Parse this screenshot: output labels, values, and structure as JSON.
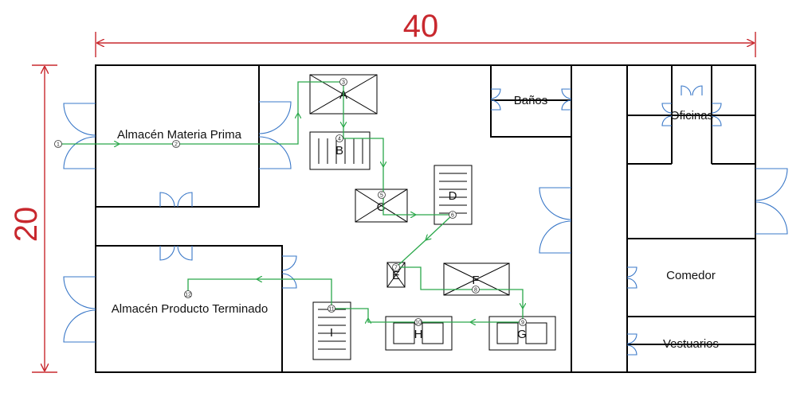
{
  "dimensions": {
    "width_label": "40",
    "height_label": "20",
    "color": "#c8282e"
  },
  "colors": {
    "walls": "#000000",
    "doors": "#3a78c8",
    "flow": "#2aa84a"
  },
  "rooms": {
    "almacen_materia_prima": "Almacén Materia Prima",
    "almacen_producto_terminado": "Almacén Producto Terminado",
    "banos": "Baños",
    "oficinas": "Oficinas",
    "comedor": "Comedor",
    "vestuarios": "Vestuarios"
  },
  "machines": {
    "A": "A",
    "B": "B",
    "C": "C",
    "D": "D",
    "E": "E",
    "F": "F",
    "G": "G",
    "H": "H",
    "I": "I"
  },
  "flow_steps": [
    "1",
    "2",
    "3",
    "4",
    "5",
    "6",
    "7",
    "8",
    "9",
    "10",
    "11",
    "12"
  ]
}
